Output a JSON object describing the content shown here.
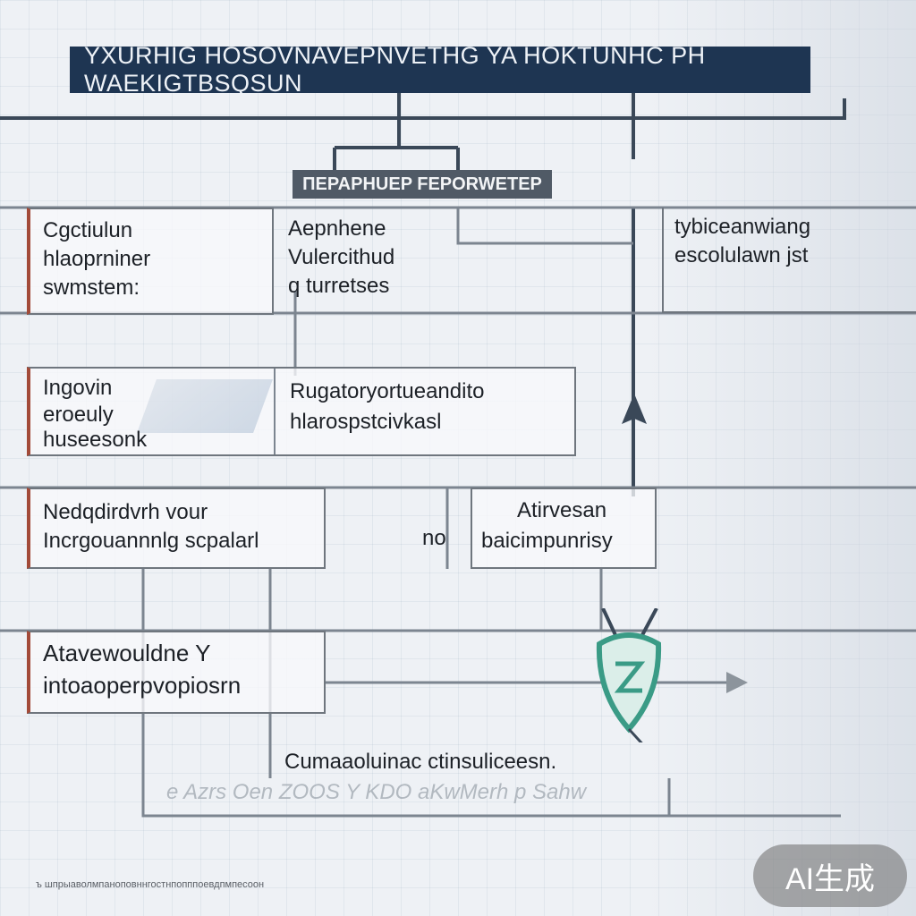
{
  "diagram": {
    "title": "YXURHIG HOSOVNAVEPNVETHG YA HOKTUNHC PH WAEKIGTBSQSUN",
    "subtitle": "ПEPAPHUEP FEPORWETEP",
    "nodes": [
      {
        "id": "n1",
        "lines": [
          "Cgctiulun",
          "hlaoprniner",
          "swmstem:"
        ]
      },
      {
        "id": "n2",
        "lines": [
          "Aepnhene",
          "Vulercithud",
          "q turretses"
        ]
      },
      {
        "id": "n3",
        "lines": [
          "tybiceanwiang",
          "escolulawn jst"
        ]
      },
      {
        "id": "n4",
        "lines": [
          "Ingovin",
          "eroeuly",
          "huseesonk"
        ]
      },
      {
        "id": "n5",
        "lines": [
          "Rugatoryortueandito",
          "hlarospstcivkasl"
        ]
      },
      {
        "id": "n6",
        "lines": [
          "Nedqdirdvrh vour",
          "Incrgouannnlg scpalarl"
        ]
      },
      {
        "id": "n7",
        "lines": [
          "Atirvesan",
          "baicimpunrisy"
        ]
      },
      {
        "id": "n8",
        "lines": [
          "Atavewouldne Y",
          "intoaoperpvopiosrn"
        ]
      }
    ],
    "small_label": "no",
    "bottom_label": "Cumaaoluinac ctinsuliceesn.",
    "faint_label": "e Azrs   Oen ZOOS Y KDO aKwMerh p Sahw",
    "footer": "ъ шпрыаволмпаноповннгостнпопппоевдпмпесоон"
  },
  "watermark": "AI生成",
  "colors": {
    "title_bg": "#1e3552",
    "subtitle_bg": "#505a66",
    "line": "#3a4858",
    "accent": "#3a9b86"
  },
  "icons": [
    "shield-icon",
    "arrow-up-icon",
    "arrow-right-icon"
  ]
}
